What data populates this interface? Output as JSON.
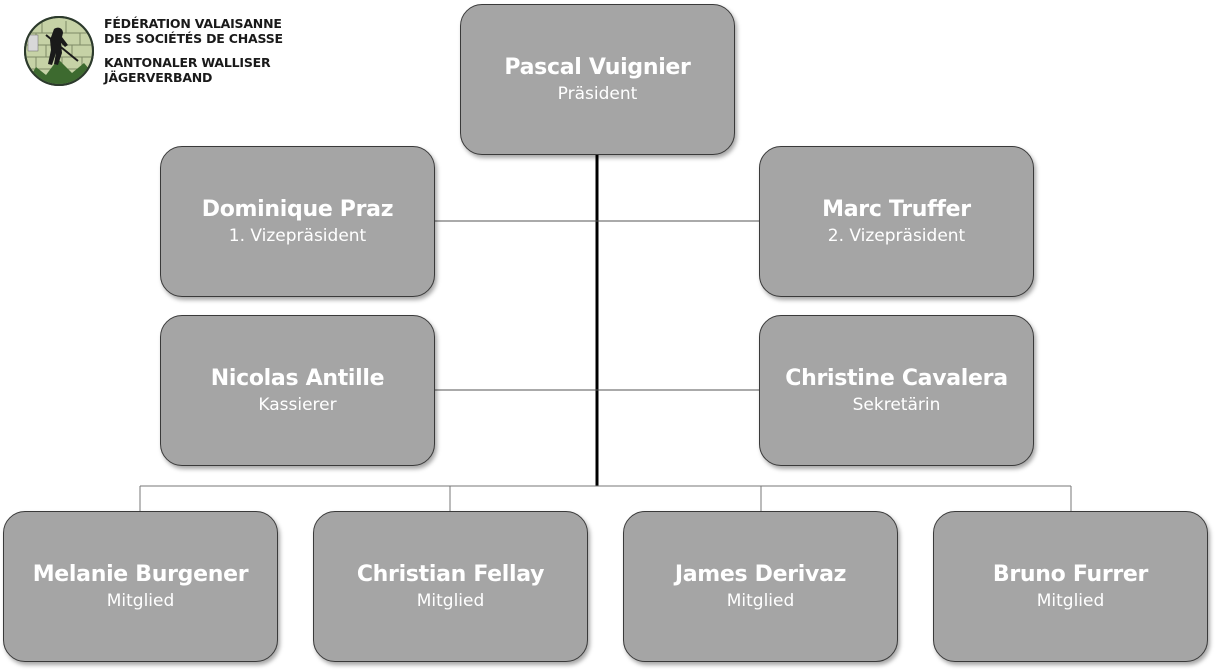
{
  "organization": {
    "name_fr_line1": "FÉDÉRATION VALAISANNE",
    "name_fr_line2": "DES SOCIÉTÉS DE CHASSE",
    "name_de_line1": "KANTONALER WALLISER",
    "name_de_line2": "JÄGERVERBAND",
    "logo_icon": "hunter-emblem-icon"
  },
  "president": {
    "name": "Pascal Vuignier",
    "role": "Präsident"
  },
  "vice1": {
    "name": "Dominique Praz",
    "role": "1. Vizepräsident"
  },
  "vice2": {
    "name": "Marc Truffer",
    "role": "2. Vizepräsident"
  },
  "treasurer": {
    "name": "Nicolas Antille",
    "role": "Kassierer"
  },
  "secretary": {
    "name": "Christine Cavalera",
    "role": "Sekretärin"
  },
  "members": [
    {
      "name": "Melanie Burgener",
      "role": "Mitglied"
    },
    {
      "name": "Christian Fellay",
      "role": "Mitglied"
    },
    {
      "name": "James Derivaz",
      "role": "Mitglied"
    },
    {
      "name": "Bruno Furrer",
      "role": "Mitglied"
    }
  ],
  "colors": {
    "box_fill": "#a5a5a5",
    "box_border": "#3a3a3a",
    "box_text": "#ffffff",
    "connector": "#000000"
  }
}
